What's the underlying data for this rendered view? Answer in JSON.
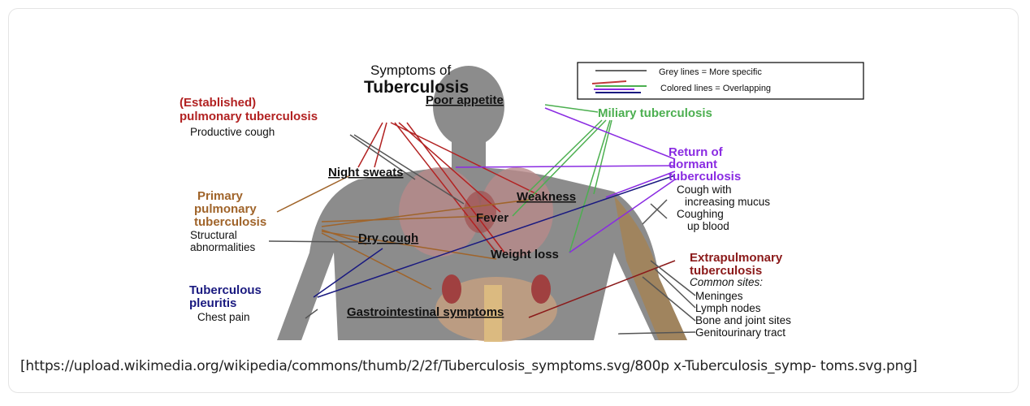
{
  "figure": {
    "title_line1": "Symptoms of",
    "title_line2": "Tuberculosis",
    "legend": {
      "grey": "Grey lines = More specific",
      "colored": "Colored lines = Overlapping"
    },
    "groups": {
      "established_1": "(Established)",
      "established_2": "pulmonary tuberculosis",
      "miliary": "Miliary tuberculosis",
      "return_1": "Return of",
      "return_2": "dormant",
      "return_3": "tuberculosis",
      "primary_1": "Primary",
      "primary_2": "pulmonary",
      "primary_3": "tuberculosis",
      "pleuritis_1": "Tuberculous",
      "pleuritis_2": "pleuritis",
      "extra_1": "Extrapulmonary",
      "extra_2": "tuberculosis",
      "extra_3": "Common sites:"
    },
    "symptoms": {
      "poor_appetite": "Poor appetite",
      "productive_cough": "Productive cough",
      "night_sweats": "Night sweats",
      "weakness": "Weakness",
      "fever": "Fever",
      "dry_cough": "Dry cough",
      "weight_loss": "Weight loss",
      "gi": "Gastrointestinal symptoms",
      "structural_1": "Structural",
      "structural_2": "abnormalities",
      "chest_pain": "Chest pain",
      "cough_mucus_1": "Cough with",
      "cough_mucus_2": "increasing mucus",
      "coughing_blood_1": "Coughing",
      "coughing_blood_2": "up blood"
    },
    "sites": {
      "meninges": "Meninges",
      "lymph": "Lymph nodes",
      "bone": "Bone and joint sites",
      "genito": "Genitourinary tract"
    },
    "colors": {
      "established": "#b22222",
      "miliary": "#4caf50",
      "return": "#8a2be2",
      "primary": "#a0642a",
      "pleuritis": "#1a1a80",
      "extra": "#8b1a1a",
      "body": "#8c8c8c"
    }
  },
  "caption": "[https://upload.wikimedia.org/wikipedia/commons/thumb/2/2f/Tuberculosis_symptoms.svg/800p x-Tuberculosis_symp- toms.svg.png]"
}
